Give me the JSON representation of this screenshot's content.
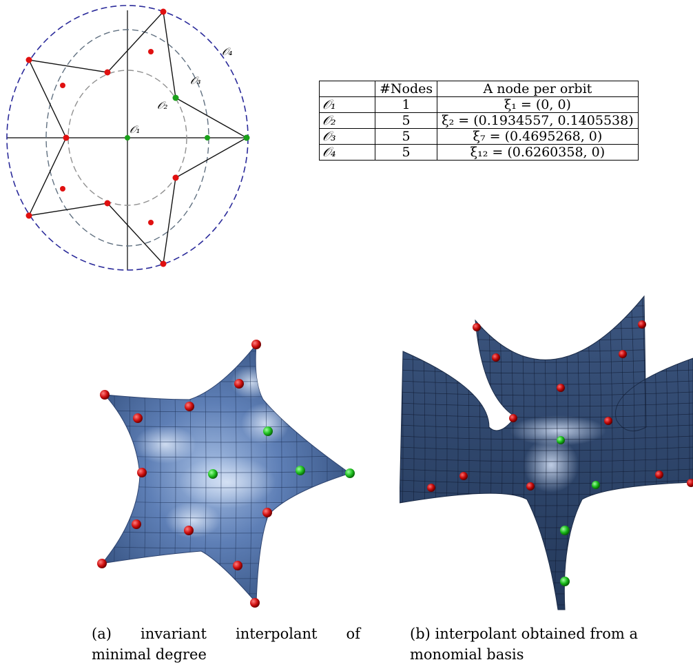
{
  "diagram": {
    "orbit_labels": [
      "𝒪₁",
      "𝒪₂",
      "𝒪₃",
      "𝒪₄"
    ]
  },
  "table": {
    "headers": [
      "",
      "#Nodes",
      "A node per orbit"
    ],
    "rows": [
      {
        "orbit": "𝒪₁",
        "nodes": "1",
        "node": "ξ₁ = (0, 0)"
      },
      {
        "orbit": "𝒪₂",
        "nodes": "5",
        "node": "ξ₂ = (0.1934557, 0.1405538)"
      },
      {
        "orbit": "𝒪₃",
        "nodes": "5",
        "node": "ξ₇ = (0.4695268, 0)"
      },
      {
        "orbit": "𝒪₄",
        "nodes": "5",
        "node": "ξ₁₂ = (0.6260358, 0)"
      }
    ]
  },
  "captions": {
    "a_line1_words": [
      "(a)",
      "invariant",
      "interpolant",
      "of"
    ],
    "a_line2": "minimal degree",
    "b_line1": "(b) interpolant obtained from a",
    "b_line2": "monomial basis"
  },
  "colors": {
    "red_node": "#e01010",
    "green_node": "#1aa01a",
    "surface": "#5a7bb0",
    "orbit4": "#2a2a9a",
    "orbit3": "#607080",
    "orbit2": "#909090"
  }
}
